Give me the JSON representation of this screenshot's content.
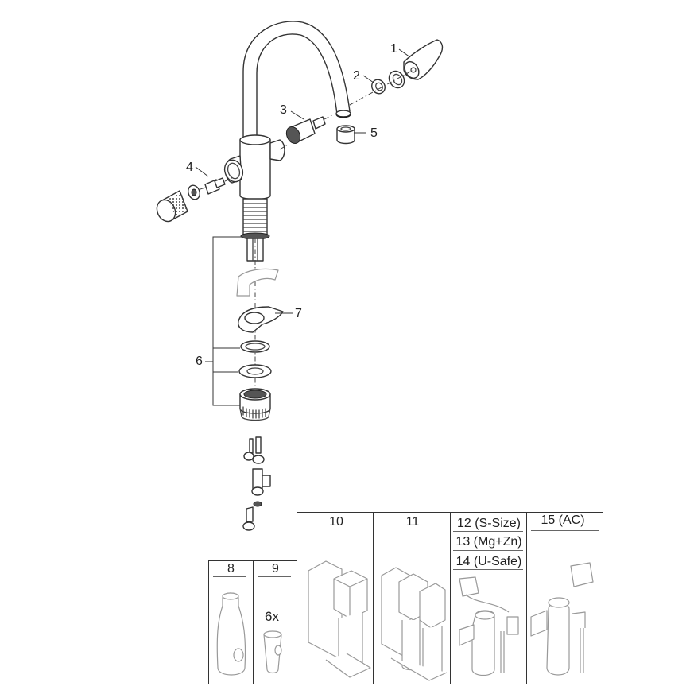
{
  "diagram": {
    "type": "exploded-parts-diagram",
    "subject": "kitchen faucet with filter system",
    "callouts": [
      {
        "id": "1",
        "label": "1"
      },
      {
        "id": "2",
        "label": "2"
      },
      {
        "id": "3",
        "label": "3"
      },
      {
        "id": "4",
        "label": "4"
      },
      {
        "id": "5",
        "label": "5"
      },
      {
        "id": "6",
        "label": "6"
      },
      {
        "id": "7",
        "label": "7"
      }
    ],
    "accessory_table": {
      "cells": [
        {
          "id": "8",
          "label": "8",
          "item": "bottle"
        },
        {
          "id": "9",
          "label": "9",
          "quantity": "6x",
          "item": "glass"
        },
        {
          "id": "10",
          "label": "10",
          "item": "chiller unit"
        },
        {
          "id": "11",
          "label": "11",
          "item": "chiller unit with two filters"
        },
        {
          "id": "12-14",
          "labels": [
            "12 (S-Size)",
            "13 (Mg+Zn)",
            "14 (U-Safe)"
          ],
          "item": "filter with U-Safe module"
        },
        {
          "id": "15",
          "label": "15 (AC)",
          "item": "filter with module"
        }
      ]
    }
  }
}
